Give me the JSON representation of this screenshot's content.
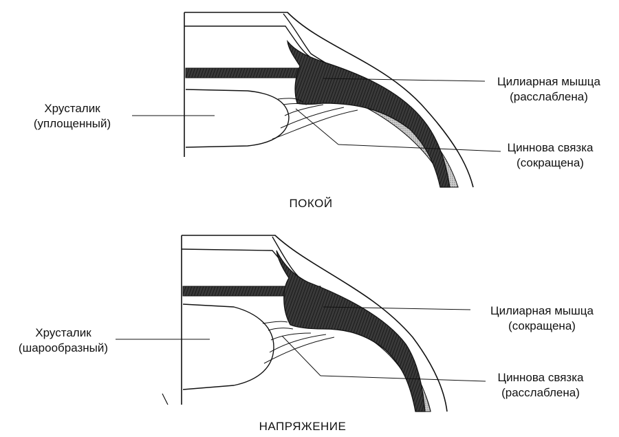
{
  "panels": [
    {
      "caption": "ПОКОЙ",
      "lens": {
        "line1": "Хрусталик",
        "line2": "(уплощенный)"
      },
      "muscle": {
        "line1": "Цилиарная мышца",
        "line2": "(расслаблена)"
      },
      "zonule": {
        "line1": "Циннова связка",
        "line2": "(сокращена)"
      }
    },
    {
      "caption": "НАПРЯЖЕНИЕ",
      "lens": {
        "line1": "Хрусталик",
        "line2": "(шарообразный)"
      },
      "muscle": {
        "line1": "Цилиарная мышца",
        "line2": "(сокращена)"
      },
      "zonule": {
        "line1": "Циннова связка",
        "line2": "(расслаблена)"
      }
    }
  ],
  "colors": {
    "ink": "#111111",
    "muscle_dark": "#2a2a2a",
    "muscle_light": "#6a6a6a",
    "sclera_band": "#b9b9b9"
  }
}
